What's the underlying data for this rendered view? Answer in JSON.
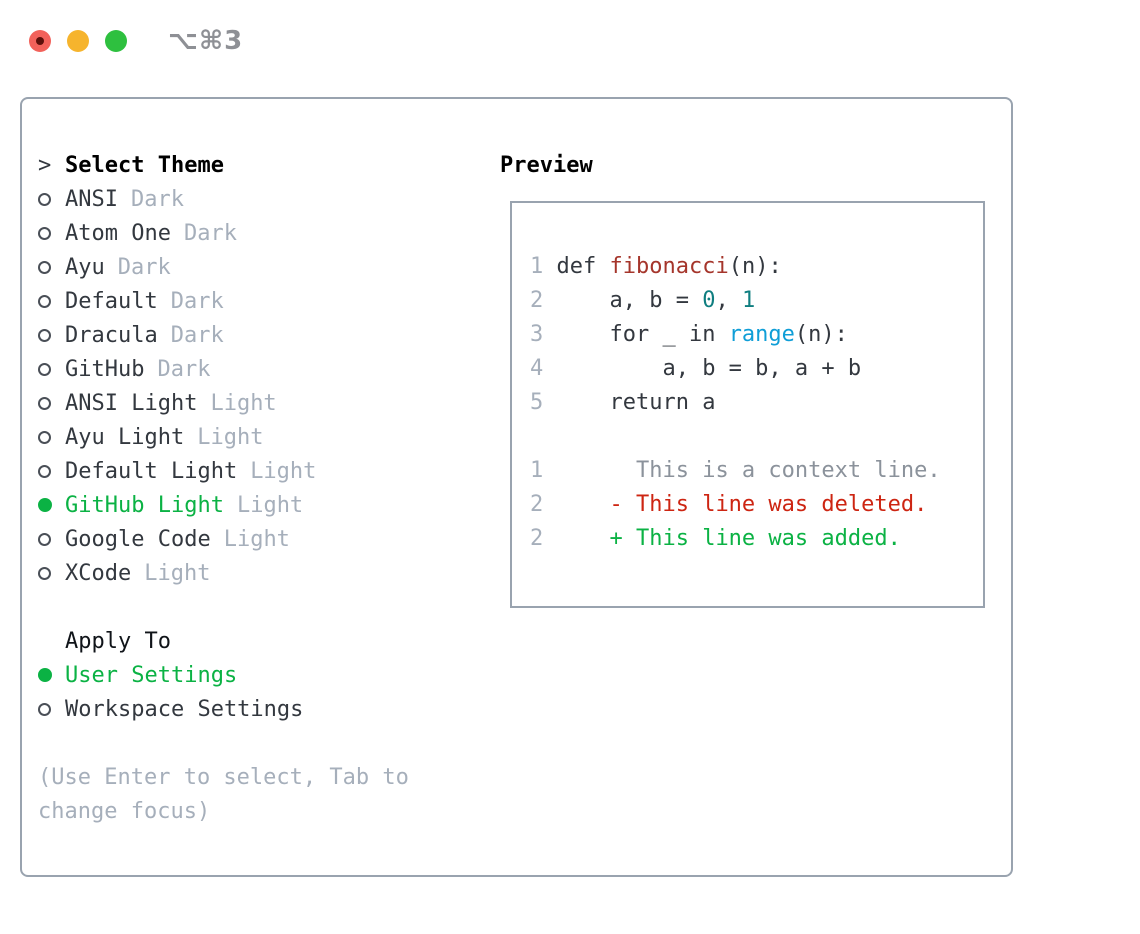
{
  "window": {
    "title": "⌥⌘3"
  },
  "theme_panel": {
    "header": {
      "prompt": ">",
      "title": "Select Theme"
    },
    "themes": [
      {
        "name": "ANSI",
        "variant": "Dark",
        "selected": false
      },
      {
        "name": "Atom One",
        "variant": "Dark",
        "selected": false
      },
      {
        "name": "Ayu",
        "variant": "Dark",
        "selected": false
      },
      {
        "name": "Default",
        "variant": "Dark",
        "selected": false
      },
      {
        "name": "Dracula",
        "variant": "Dark",
        "selected": false
      },
      {
        "name": "GitHub",
        "variant": "Dark",
        "selected": false
      },
      {
        "name": "ANSI Light",
        "variant": "Light",
        "selected": false
      },
      {
        "name": "Ayu Light",
        "variant": "Light",
        "selected": false
      },
      {
        "name": "Default Light",
        "variant": "Light",
        "selected": false
      },
      {
        "name": "GitHub Light",
        "variant": "Light",
        "selected": true
      },
      {
        "name": "Google Code",
        "variant": "Light",
        "selected": false
      },
      {
        "name": "XCode",
        "variant": "Light",
        "selected": false
      }
    ],
    "apply_to": {
      "title": "Apply To",
      "options": [
        {
          "label": "User Settings",
          "selected": true
        },
        {
          "label": "Workspace Settings",
          "selected": false
        }
      ]
    },
    "help_lines": [
      "(Use Enter to select, Tab to",
      "change focus)"
    ]
  },
  "preview": {
    "title": "Preview",
    "code_lines": [
      {
        "num": "1",
        "segments": [
          {
            "t": "def ",
            "c": "fg"
          },
          {
            "t": "fibonacci",
            "c": "func"
          },
          {
            "t": "(n):",
            "c": "fg"
          }
        ]
      },
      {
        "num": "2",
        "segments": [
          {
            "t": "    a, b = ",
            "c": "fg"
          },
          {
            "t": "0",
            "c": "num"
          },
          {
            "t": ", ",
            "c": "fg"
          },
          {
            "t": "1",
            "c": "num"
          }
        ]
      },
      {
        "num": "3",
        "segments": [
          {
            "t": "    for _ in ",
            "c": "fg"
          },
          {
            "t": "range",
            "c": "builtin"
          },
          {
            "t": "(n):",
            "c": "fg"
          }
        ]
      },
      {
        "num": "4",
        "segments": [
          {
            "t": "        a, b = b, a + b",
            "c": "fg"
          }
        ]
      },
      {
        "num": "5",
        "segments": [
          {
            "t": "    return a",
            "c": "fg"
          }
        ]
      }
    ],
    "diff_lines": [
      {
        "num": "1",
        "segments": [
          {
            "t": "      This is a context line.",
            "c": "context"
          }
        ]
      },
      {
        "num": "2",
        "segments": [
          {
            "t": "    - This line was deleted.",
            "c": "deleted"
          }
        ]
      },
      {
        "num": "2",
        "segments": [
          {
            "t": "    + This line was added.",
            "c": "added"
          }
        ]
      }
    ]
  },
  "colors": {
    "accent_green": "#0bb244",
    "muted": "#a6afbb",
    "text": "#33383f",
    "heading": "#000000",
    "func_red": "#a5352b",
    "number_teal": "#0f7e80",
    "builtin_blue": "#0f9ed7",
    "diff_context": "#8b929b",
    "diff_deleted": "#cd2512",
    "diff_added": "#0bb244",
    "border": "#99a3af",
    "line_number": "#a6afbb",
    "titlebar_text": "#8e9095",
    "traffic_red": "#f2615a",
    "traffic_red_dot": "#5c0f0a",
    "traffic_yellow": "#f6b42d",
    "traffic_green": "#2ec03f"
  }
}
